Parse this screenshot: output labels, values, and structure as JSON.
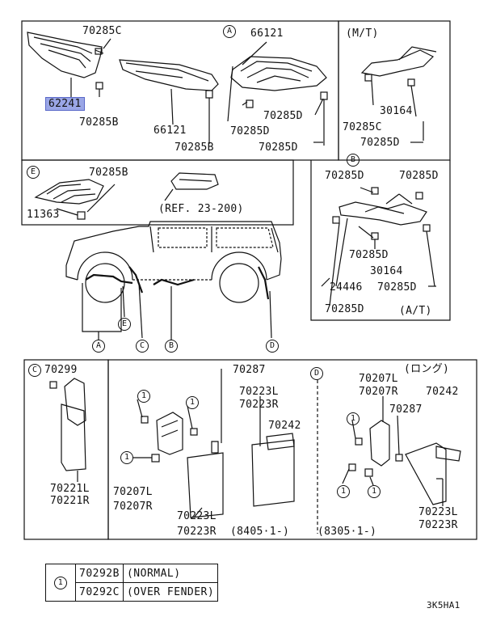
{
  "labels": {
    "p_70285C_a": "70285C",
    "p_62241": "62241",
    "p_70285B_a": "70285B",
    "p_66121_a": "66121",
    "p_66121_b": "66121",
    "p_70285B_b": "70285B",
    "p_70285D_a": "70285D",
    "p_70285D_b": "70285D",
    "p_70285D_c": "70285D",
    "mt_note": "(M/T)",
    "p_30164_a": "30164",
    "p_70285C_b": "70285C",
    "p_70285D_d": "70285D",
    "p_70285B_c": "70285B",
    "p_11363": "11363",
    "ref": "(REF. 23-200)",
    "p_70285D_e": "70285D",
    "p_70285D_f": "70285D",
    "p_70285D_g": "70285D",
    "p_30164_b": "30164",
    "p_24446": "24446",
    "p_70285D_h": "70285D",
    "p_70285D_i": "70285D",
    "at_note": "(A/T)",
    "p_70299": "70299",
    "p_70221L": "70221L",
    "p_70221R": "70221R",
    "p_70287_a": "70287",
    "p_70223L_a": "70223L",
    "p_70223R_a": "70223R",
    "p_70242_a": "70242",
    "p_70207L_a": "70207L",
    "p_70207R_a": "70207R",
    "p_70223L_b": "70223L",
    "p_70223R_b": "70223R",
    "date_a": "(8405·1-)",
    "date_b": "(8305·1-)",
    "long_note": "(ロング)",
    "p_70207L_b": "70207L",
    "p_70207R_b": "70207R",
    "p_70242_b": "70242",
    "p_70287_b": "70287",
    "p_70223L_c": "70223L",
    "p_70223R_c": "70223R",
    "diagram_code": "3K5HA1"
  },
  "callouts": {
    "A": "A",
    "B": "B",
    "C": "C",
    "D": "D",
    "E": "E",
    "one": "1"
  },
  "legend": {
    "key": "1",
    "rows": [
      {
        "part": "70292B",
        "desc": "(NORMAL)"
      },
      {
        "part": "70292C",
        "desc": "(OVER FENDER)"
      }
    ]
  },
  "colors": {
    "highlight": "#9aa6e6",
    "line": "#111111"
  }
}
